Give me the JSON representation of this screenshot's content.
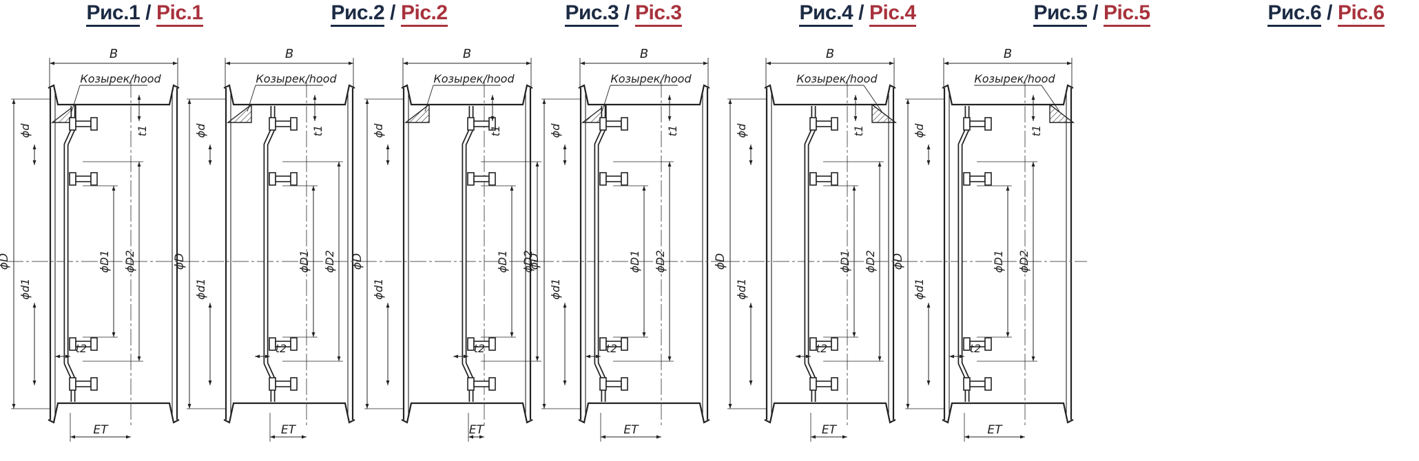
{
  "figures": [
    {
      "title_ru": "Рис.1",
      "title_en": "Pic.1",
      "hood": "left",
      "hub": "left"
    },
    {
      "title_ru": "Рис.2",
      "title_en": "Pic.2",
      "hood": "left",
      "hub": "center"
    },
    {
      "title_ru": "Рис.3",
      "title_en": "Pic.3",
      "hood": "left",
      "hub": "right"
    },
    {
      "title_ru": "Рис.4",
      "title_en": "Pic.4",
      "hood": "left",
      "hub": "left"
    },
    {
      "title_ru": "Рис.5",
      "title_en": "Pic.5",
      "hood": "right",
      "hub": "center"
    },
    {
      "title_ru": "Рис.6",
      "title_en": "Pic.6",
      "hood": "right",
      "hub": "left"
    }
  ],
  "title_separator": "/",
  "labels": {
    "width": "B",
    "hood": "Козырек/hood",
    "t1": "t1",
    "t2": "t2",
    "d": "ϕd",
    "d1": "ϕd1",
    "D": "ϕD",
    "D1": "ϕD1",
    "D2": "ϕD2",
    "ET": "ET"
  },
  "colors": {
    "title_ru": "#1c2b44",
    "title_en": "#a8323c",
    "line": "#222222",
    "axis": "#555555"
  }
}
